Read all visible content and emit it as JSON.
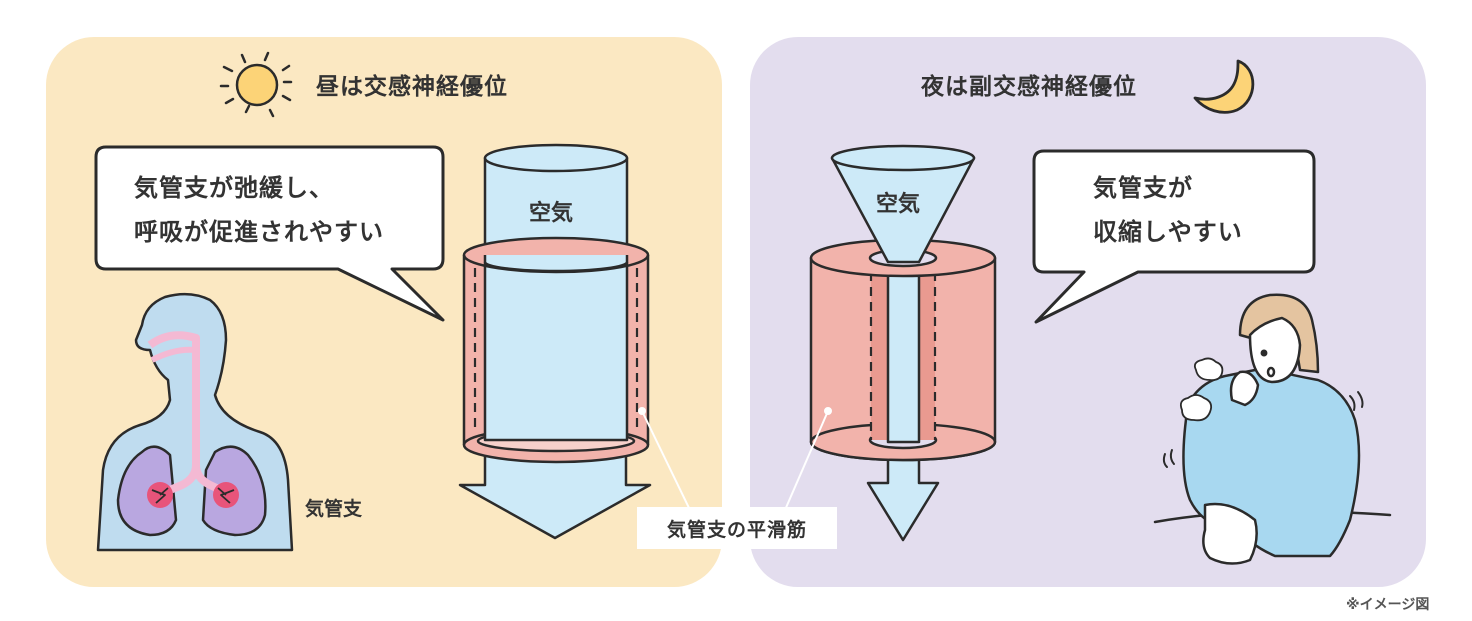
{
  "day": {
    "title": "昼は交感神経優位",
    "icon": "sun-icon",
    "bubble": {
      "line1": "気管支が弛緩し、",
      "line2": "呼吸が促進されやすい"
    },
    "tube_label": "空気",
    "body_label": "気管支",
    "colors": {
      "panel": "#fbe8c2",
      "sun": "#fcd377",
      "body": "#bfdcef",
      "lungs": "#b9a7e0",
      "airway": "#f4b9d3",
      "bronchi": "#e8547a"
    }
  },
  "night": {
    "title": "夜は副交感神経優位",
    "icon": "crescent-moon-icon",
    "bubble": {
      "line1": "気管支が",
      "line2": "収縮しやすい"
    },
    "tube_label": "空気",
    "colors": {
      "panel": "#e3ddee",
      "moon": "#fcd377",
      "shirt": "#a8d8f0",
      "hair": "#e4c4a0"
    }
  },
  "shared": {
    "muscle_label": "気管支の平滑筋",
    "colors": {
      "air": "#cdeaf8",
      "muscle": "#f2b3ab",
      "muscle_dark": "#e99a90",
      "outline": "#2b2b2b"
    }
  },
  "footnote": "※イメージ図"
}
